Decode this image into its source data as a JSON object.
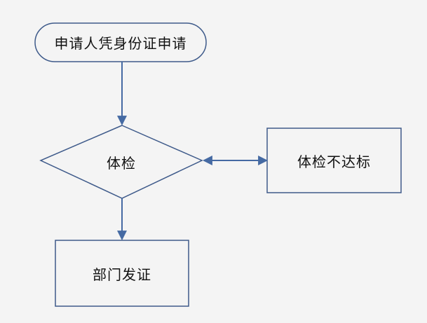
{
  "nodes": {
    "start": {
      "label": "申请人凭身份证申请"
    },
    "check": {
      "label": "体检"
    },
    "fail": {
      "label": "体检不达标"
    },
    "issue": {
      "label": "部门发证"
    }
  },
  "colors": {
    "background": "#f4f4f4",
    "shape_fill": "#f4f4f4",
    "shape_stroke": "#3e5a8a",
    "arrow": "#456aa3"
  }
}
